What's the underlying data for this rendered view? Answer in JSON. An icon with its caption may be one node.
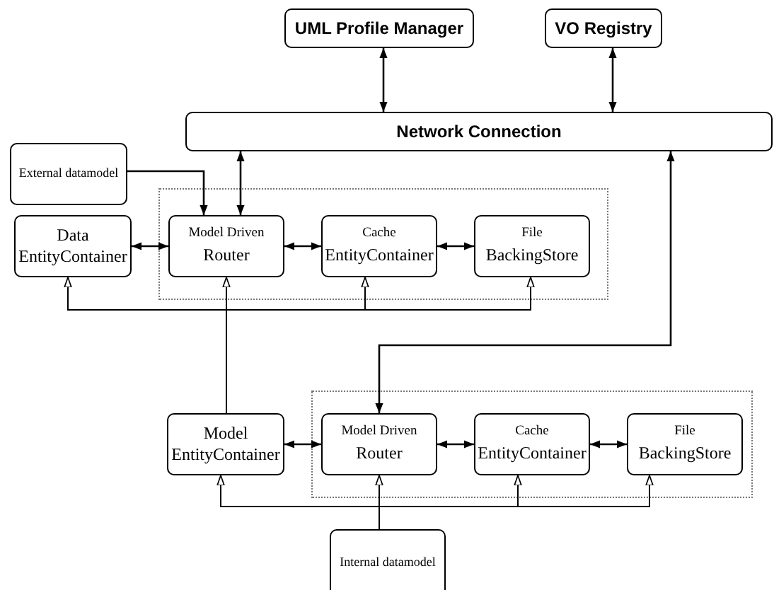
{
  "diagram": {
    "nodes": [
      {
        "text": [
          "UML Profile Manager"
        ]
      },
      {
        "text": [
          "VO Registry"
        ]
      },
      {
        "text": [
          "Network Connection"
        ]
      },
      {
        "text": [
          "External datamodel"
        ]
      },
      {
        "text": [
          "Data EntityContainer"
        ]
      },
      {
        "text": [],
        "shape": "box"
      },
      {
        "text": [
          "Model Driven",
          "Router"
        ],
        "in": 5
      },
      {
        "text": [
          "Cache",
          "EntityContainer"
        ],
        "in": 5
      },
      {
        "text": [
          "File",
          "BackingStore"
        ],
        "in": 5
      },
      {
        "text": [
          "Model EntityContainer"
        ]
      },
      {
        "text": [],
        "shape": "box"
      },
      {
        "text": [
          "Model Driven",
          "Router"
        ],
        "in": 10
      },
      {
        "text": [
          "Cache",
          "EntityContainer"
        ],
        "in": 10
      },
      {
        "text": [
          "File",
          "BackingStore"
        ],
        "in": 10
      },
      {
        "text": [
          "Internal datamodel"
        ]
      }
    ],
    "edges": [
      {
        "from": 0,
        "to": 2,
        "arrow": "both"
      },
      {
        "from": 1,
        "to": 2,
        "arrow": "both"
      },
      {
        "from": 3,
        "to": 6,
        "arrow": "to"
      },
      {
        "from": 6,
        "to": 2,
        "arrow": "both"
      },
      {
        "from": 4,
        "to": 6,
        "arrow": "both"
      },
      {
        "from": 6,
        "to": 7,
        "arrow": "both"
      },
      {
        "from": 7,
        "to": 8,
        "arrow": "both"
      },
      {
        "from": 9,
        "to": 4,
        "arrow": "to"
      },
      {
        "from": 9,
        "to": 6,
        "arrow": "to"
      },
      {
        "from": 9,
        "to": 7,
        "arrow": "to"
      },
      {
        "from": 9,
        "to": 8,
        "arrow": "to"
      },
      {
        "from": 2,
        "to": 11,
        "arrow": "both"
      },
      {
        "from": 9,
        "to": 11,
        "arrow": "both"
      },
      {
        "from": 11,
        "to": 12,
        "arrow": "both"
      },
      {
        "from": 12,
        "to": 13,
        "arrow": "both"
      },
      {
        "from": 14,
        "to": 9,
        "arrow": "to"
      },
      {
        "from": 14,
        "to": 11,
        "arrow": "to"
      },
      {
        "from": 14,
        "to": 12,
        "arrow": "to"
      },
      {
        "from": 14,
        "to": 13,
        "arrow": "to"
      }
    ]
  }
}
